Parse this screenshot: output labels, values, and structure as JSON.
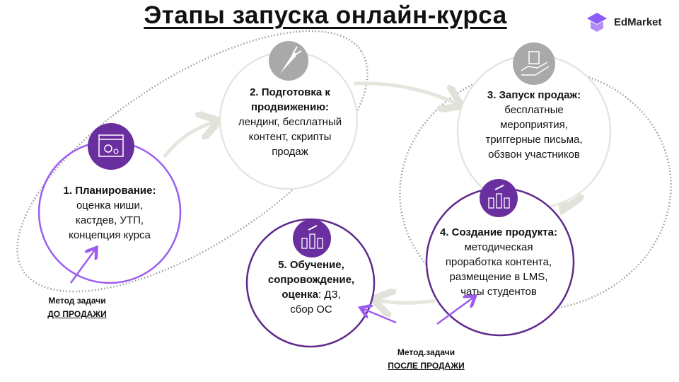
{
  "title": "Этапы запуска онлайн-курса",
  "logo": {
    "text": "EdMarket",
    "color": "#8b5cf6"
  },
  "colors": {
    "purple_dark": "#5e2a8c",
    "purple_light": "#9d5cf0",
    "gray_icon": "#a9a9a9",
    "gray_ring": "#e6e6df",
    "dotted": "#9a9a9a"
  },
  "stages": [
    {
      "heading": "1. Планирование:",
      "lines": [
        "оценка ниши,",
        "кастдев, УТП,",
        "концепция курса"
      ],
      "icon": "settings-window-icon"
    },
    {
      "heading": "2. Подготовка к продвижению:",
      "lines": [
        "лендинг, бесплатный",
        "контент, скрипты",
        "продаж"
      ],
      "icon": "carrot-icon"
    },
    {
      "heading": "3. Запуск продаж:",
      "lines": [
        "бесплатные",
        "мероприятия,",
        "триггерные письма,",
        "обзвон участников"
      ],
      "icon": "hand-bag-icon"
    },
    {
      "heading": "4. Создание продукта:",
      "lines": [
        "методическая",
        "проработка контента,",
        "размещение в LMS,",
        "чаты студентов"
      ],
      "icon": "raised-hands-icon"
    },
    {
      "heading_a": "5. Обучение,",
      "heading_b": "сопровождение,",
      "heading_c": "оценка",
      "tail": ": ДЗ,",
      "lines": [
        "сбор ОС"
      ],
      "icon": "raised-hands-icon"
    }
  ],
  "labels": {
    "before": {
      "line1": "Метод задачи",
      "line2": "ДО ПРОДАЖИ"
    },
    "after": {
      "line1": "Метод.задачи",
      "line2": "ПОСЛЕ ПРОДАЖИ"
    }
  }
}
